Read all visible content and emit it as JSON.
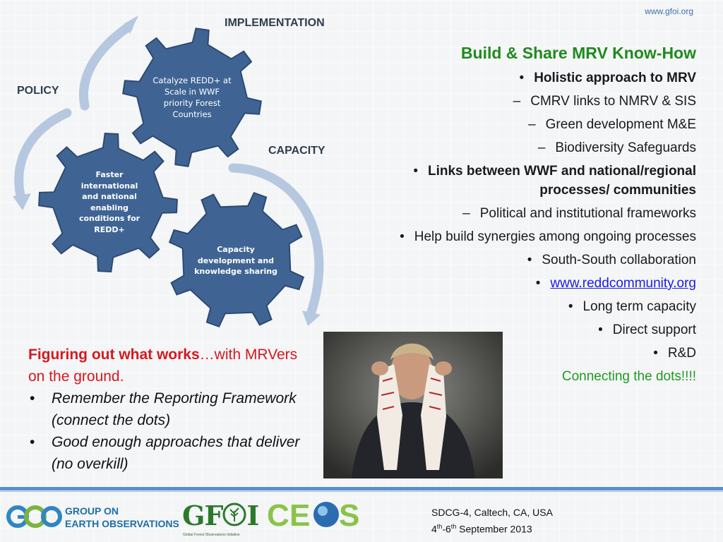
{
  "header": {
    "site_url": "www.gfoi.org"
  },
  "diagram": {
    "labels": {
      "implementation": "IMPLEMENTATION",
      "policy": "POLICY",
      "capacity": "CAPACITY"
    },
    "gears": [
      {
        "text": "Catalyze REDD+ at Scale in WWF priority Forest Countries"
      },
      {
        "text": "Faster international and national enabling conditions for REDD+"
      },
      {
        "text": "Capacity development and knowledge sharing"
      }
    ],
    "colors": {
      "gear_fill": "#3f6494",
      "gear_stroke": "#2c4a72",
      "arrow": "#b6c8e0"
    }
  },
  "right": {
    "title": "Build & Share MRV Know-How",
    "items": [
      {
        "marker": "•",
        "text": "Holistic approach to MRV",
        "style": "bold"
      },
      {
        "marker": "–",
        "text": "CMRV links to NMRV & SIS",
        "style": "normal"
      },
      {
        "marker": "–",
        "text": "Green development M&E",
        "style": "normal"
      },
      {
        "marker": "–",
        "text": "Biodiversity Safeguards",
        "style": "normal"
      },
      {
        "marker": "•",
        "text": "Links between WWF and national/regional processes/ communities",
        "style": "bold"
      },
      {
        "marker": "–",
        "text": "Political and institutional frameworks",
        "style": "normal"
      },
      {
        "marker": "•",
        "text": "Help build synergies among ongoing processes",
        "style": "normal"
      },
      {
        "marker": "•",
        "text": "South-South collaboration",
        "style": "normal"
      },
      {
        "marker": "•",
        "text": "www.reddcommunity.org",
        "style": "link"
      },
      {
        "marker": "•",
        "text": "Long term capacity",
        "style": "normal"
      },
      {
        "marker": "•",
        "text": "Direct support",
        "style": "normal"
      },
      {
        "marker": "•",
        "text": "R&D",
        "style": "normal"
      },
      {
        "marker": "",
        "text": "Connecting the dots!!!!",
        "style": "green"
      }
    ]
  },
  "left": {
    "heading_bold": "Figuring out what works",
    "heading_rest": "…with MRVers on the ground.",
    "bullets": [
      "Remember the Reporting Framework (connect the dots)",
      "Good enough approaches that deliver (no overkill)"
    ]
  },
  "footer": {
    "geo_name_line1": "GROUP ON",
    "geo_name_line2": "EARTH OBSERVATIONS",
    "gfoi_logo_text": "GF",
    "gfoi_logo_text2": "I",
    "gfoi_subtitle": "Global Forest Observations Initiative",
    "ceos_logo": "CEOS",
    "conference_line1": "SDCG-4, Caltech, CA, USA",
    "conf_day_start": "4",
    "conf_day_start_sup": "th",
    "conf_dash": "-6",
    "conf_day_end_sup": "th",
    "conf_month_year": " September 2013"
  }
}
